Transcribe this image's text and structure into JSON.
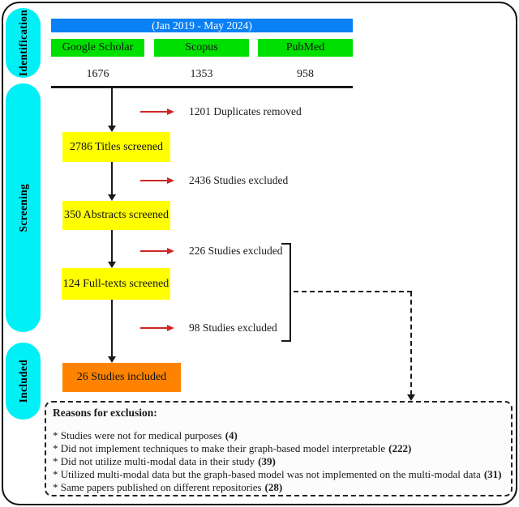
{
  "stages": [
    {
      "label": "Identification"
    },
    {
      "label": "Screening"
    },
    {
      "label": "Included"
    }
  ],
  "header": {
    "date_range": "(Jan 2019 - May 2024)",
    "sources": [
      {
        "name": "Google Scholar",
        "count": "1676"
      },
      {
        "name": "Scopus",
        "count": "1353"
      },
      {
        "name": "PubMed",
        "count": "958"
      }
    ]
  },
  "flow": {
    "titles_screened": "2786 Titles screened",
    "abstracts_screened": "350 Abstracts screened",
    "fulltexts_screened": "124 Full-texts screened",
    "studies_included": "26 Studies included"
  },
  "exclusions": [
    {
      "label": "1201 Duplicates removed"
    },
    {
      "label": "2436 Studies excluded"
    },
    {
      "label": "226 Studies excluded"
    },
    {
      "label": "98 Studies excluded"
    }
  ],
  "reasons": {
    "title": "Reasons for exclusion:",
    "items": [
      {
        "text": "* Studies were not for medical purposes",
        "count": "(4)"
      },
      {
        "text": "* Did not implement techniques to make their graph-based model interpretable",
        "count": "(222)"
      },
      {
        "text": "* Did not utilize multi-modal data in their study",
        "count": "(39)"
      },
      {
        "text": "* Utilized multi-modal data but the graph-based model was not implemented on the multi-modal data",
        "count": "(31)"
      },
      {
        "text": "* Same papers published on different repositories",
        "count": "(28)"
      }
    ]
  },
  "colors": {
    "stage_pill": "#00f0f5",
    "header_bar": "#0a80f5",
    "source_box": "#00e000",
    "screen_box": "#ffff00",
    "included_box": "#ff8300",
    "arrow_red": "#cd2626",
    "line_black": "#1a1a1a"
  }
}
